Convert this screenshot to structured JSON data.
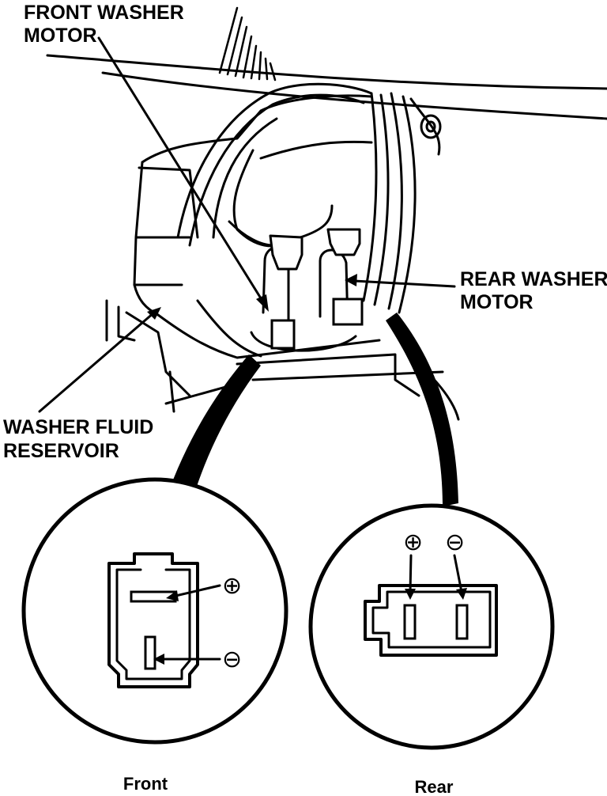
{
  "labels": {
    "front_motor_line1": "FRONT WASHER",
    "front_motor_line2": "MOTOR",
    "rear_motor_line1": "REAR WASHER",
    "rear_motor_line2": "MOTOR",
    "reservoir_line1": "WASHER FLUID",
    "reservoir_line2": "RESERVOIR"
  },
  "detail_front": {
    "caption": "Front",
    "positive": "⊕",
    "negative": "⊖"
  },
  "detail_rear": {
    "caption": "Rear",
    "positive": "⊕",
    "negative": "⊖"
  },
  "colors": {
    "ink": "#000000",
    "paper": "#ffffff"
  }
}
